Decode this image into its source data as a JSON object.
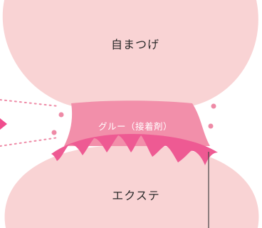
{
  "labels": {
    "eyelash": "自まつげ",
    "glue": "グルー（接着剤）",
    "extension": "エクステ"
  },
  "colors": {
    "blob": "#f9d3d4",
    "glue": "#f28faa",
    "drip": "#ee5a93",
    "dot": "#ee8aa6",
    "accent": "#ef4d8d",
    "line": "#444444"
  }
}
